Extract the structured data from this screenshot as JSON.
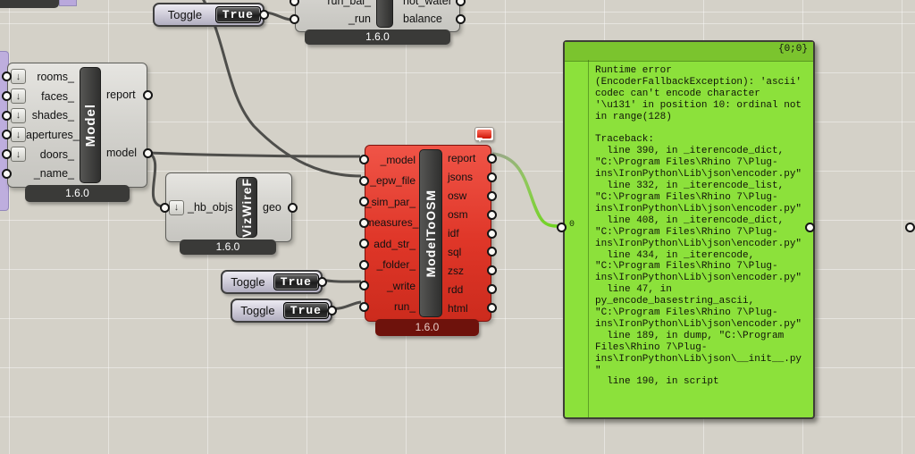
{
  "water_balance": {
    "inputs": [
      "run_bal_",
      "_run"
    ],
    "outputs": [
      "hot_water",
      "balance"
    ],
    "version": "1.6.0"
  },
  "toggle_top": {
    "label": "Toggle",
    "value": "True"
  },
  "toggle_write": {
    "label": "Toggle",
    "value": "True"
  },
  "toggle_run": {
    "label": "Toggle",
    "value": "True"
  },
  "model": {
    "name": "Model",
    "inputs": [
      "rooms_",
      "faces_",
      "shades_",
      "apertures_",
      "doors_",
      "_name_"
    ],
    "outputs": [
      "report",
      "model"
    ],
    "version": "1.6.0"
  },
  "viz": {
    "name": "VizWireF",
    "input": "_hb_objs",
    "output": "geo",
    "version": "1.6.0"
  },
  "osm": {
    "name": "ModelToOSM",
    "inputs": [
      "_model",
      "_epw_file",
      "_sim_par_",
      "measures_",
      "add_str_",
      "_folder_",
      "_write",
      "run_"
    ],
    "outputs": [
      "report",
      "jsons",
      "osw",
      "osm",
      "idf",
      "sql",
      "zsz",
      "rdd",
      "html"
    ],
    "version": "1.6.0"
  },
  "status_panel": {
    "header": "{0;0}",
    "index": "0",
    "text": "Runtime error\n(EncoderFallbackException): 'ascii'\ncodec can't encode character\n'\\u131' in position 10: ordinal not\nin range(128)\n\nTraceback:\n  line 390, in _iterencode_dict,\n\"C:\\Program Files\\Rhino 7\\Plug-\nins\\IronPython\\Lib\\json\\encoder.py\"\n  line 332, in _iterencode_list,\n\"C:\\Program Files\\Rhino 7\\Plug-\nins\\IronPython\\Lib\\json\\encoder.py\"\n  line 408, in _iterencode_dict,\n\"C:\\Program Files\\Rhino 7\\Plug-\nins\\IronPython\\Lib\\json\\encoder.py\"\n  line 434, in _iterencode,\n\"C:\\Program Files\\Rhino 7\\Plug-\nins\\IronPython\\Lib\\json\\encoder.py\"\n  line 47, in\npy_encode_basestring_ascii,\n\"C:\\Program Files\\Rhino 7\\Plug-\nins\\IronPython\\Lib\\json\\encoder.py\"\n  line 189, in dump, \"C:\\Program\nFiles\\Rhino 7\\Plug-\nins\\IronPython\\Lib\\json\\__init__.py\n\"\n  line 190, in script",
    "colors": {
      "body": "#8ce13b",
      "header": "#7bc42e",
      "wire": "#6fd41f"
    }
  }
}
